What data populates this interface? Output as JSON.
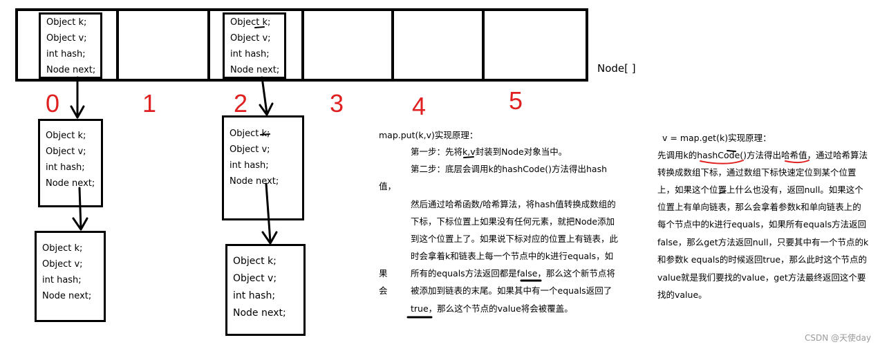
{
  "array": {
    "label": "Node[ ]",
    "indices": [
      "0",
      "1",
      "2",
      "3",
      "4",
      "5"
    ]
  },
  "node_fields": [
    "Object k;",
    "Object v;",
    "int hash;",
    "Node next;"
  ],
  "put_section": {
    "title": "map.put(k,v)实现原理：",
    "step1": "第一步：先将k,v封装到Node对象当中。",
    "step2_a": "第二步：底层会调用k的hashCode()方法得出hash",
    "step2_b": "值，",
    "p1": "然后通过哈希函数/哈希算法，将hash值转换成数组的",
    "p2": "下标，下标位置上如果没有任何元素，就把Node添加",
    "p3": "到这个位置上了。如果说下标对应的位置上有链表，此",
    "p4": "时会拿着k和链表上每一个节点中的k进行equals，如",
    "p5": "所有的equals方法返回都是false，那么这个新节点将",
    "p6": "被添加到链表的末尾。如果其中有一个equals返回了",
    "p7": "true，那么这个节点的value将会被覆盖。",
    "side_1": "果",
    "side_2": "会"
  },
  "get_section": {
    "title": "v = map.get(k)实现原理：",
    "l1": "先调用k的hashCode()方法得出哈希值，通过哈希算法",
    "l2": "转换成数组下标，通过数组下标快速定位到某个位置",
    "l3": "上，如果这个位置上什么也没有，返回null。如果这个",
    "l4": "位置上有单向链表，那么会拿着参数k和单向链表上的",
    "l5": "每个节点中的k进行equals，如果所有equals方法返回",
    "l6": "false，那么get方法返回null，只要其中有一个节点的k",
    "l7": "和参数k  equals的时候返回true，那么此时这个节点的",
    "l8": "value就是我们要找的value，get方法最终返回这个要",
    "l9": "找的value。"
  },
  "watermark": "CSDN @天使day",
  "colors": {
    "ink": "#000000",
    "index": "#e02020",
    "watermark": "#9a9a9a"
  }
}
